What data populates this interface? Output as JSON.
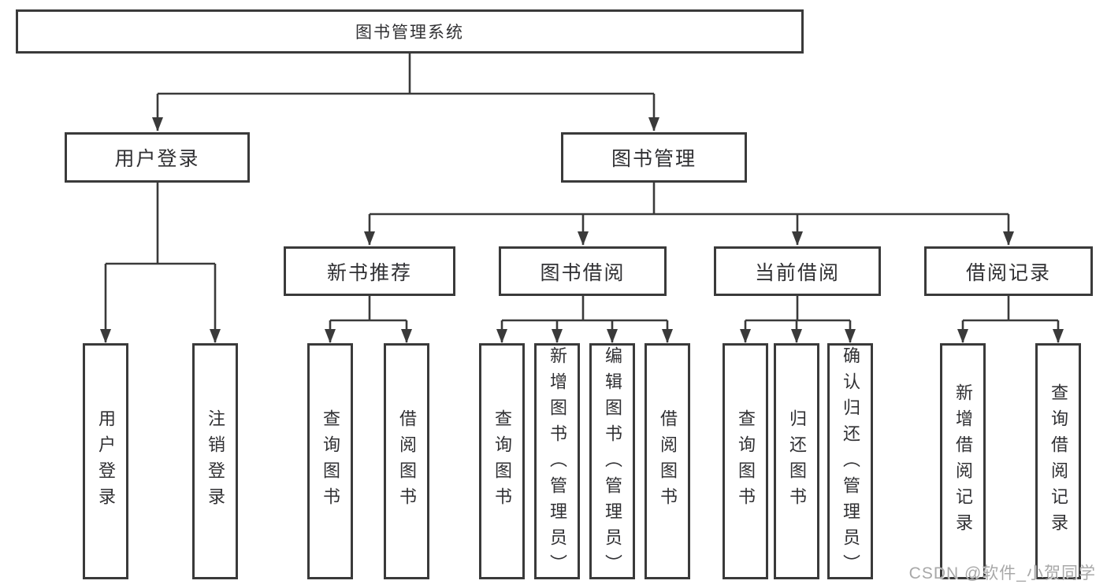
{
  "diagram": {
    "root": {
      "label": "图书管理系统"
    },
    "level1": {
      "user_login": {
        "label": "用户登录"
      },
      "book_mgmt": {
        "label": "图书管理"
      }
    },
    "level2": {
      "new_book_rec": {
        "label": "新书推荐"
      },
      "book_borrow": {
        "label": "图书借阅"
      },
      "current_borrow": {
        "label": "当前借阅"
      },
      "borrow_record": {
        "label": "借阅记录"
      }
    },
    "leaves": {
      "user_login": [
        "用户登录",
        "注销登录"
      ],
      "new_book_rec": [
        "查询图书",
        "借阅图书"
      ],
      "book_borrow": [
        "查询图书",
        "新增图书（管理员）",
        "编辑图书（管理员）",
        "借阅图书"
      ],
      "current_borrow": [
        "查询图书",
        "归还图书",
        "确认归还（管理员）"
      ],
      "borrow_record": [
        "新增借阅记录",
        "查询借阅记录"
      ]
    }
  },
  "watermark": "CSDN @软件_小贺同学",
  "colors": {
    "line": "#3a3a3a",
    "text": "#303033",
    "watermark": "#a8a8a8",
    "background": "#ffffff"
  }
}
